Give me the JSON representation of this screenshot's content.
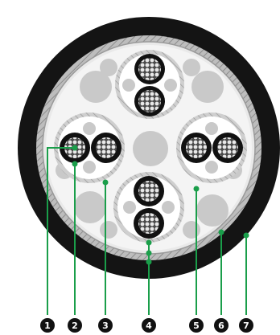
{
  "colors": {
    "jacket": "#141414",
    "shield": "#b8b8b8",
    "filler": "#c9c9c9",
    "unit_bg": "#ffffff",
    "insulation": "#111111",
    "conductor": "#d9d9d9",
    "leader": "#1a9e4a",
    "number_bg": "#111111"
  },
  "callouts": [
    {
      "number": "1"
    },
    {
      "number": "2"
    },
    {
      "number": "3"
    },
    {
      "number": "4"
    },
    {
      "number": "5"
    },
    {
      "number": "6"
    },
    {
      "number": "7"
    }
  ]
}
